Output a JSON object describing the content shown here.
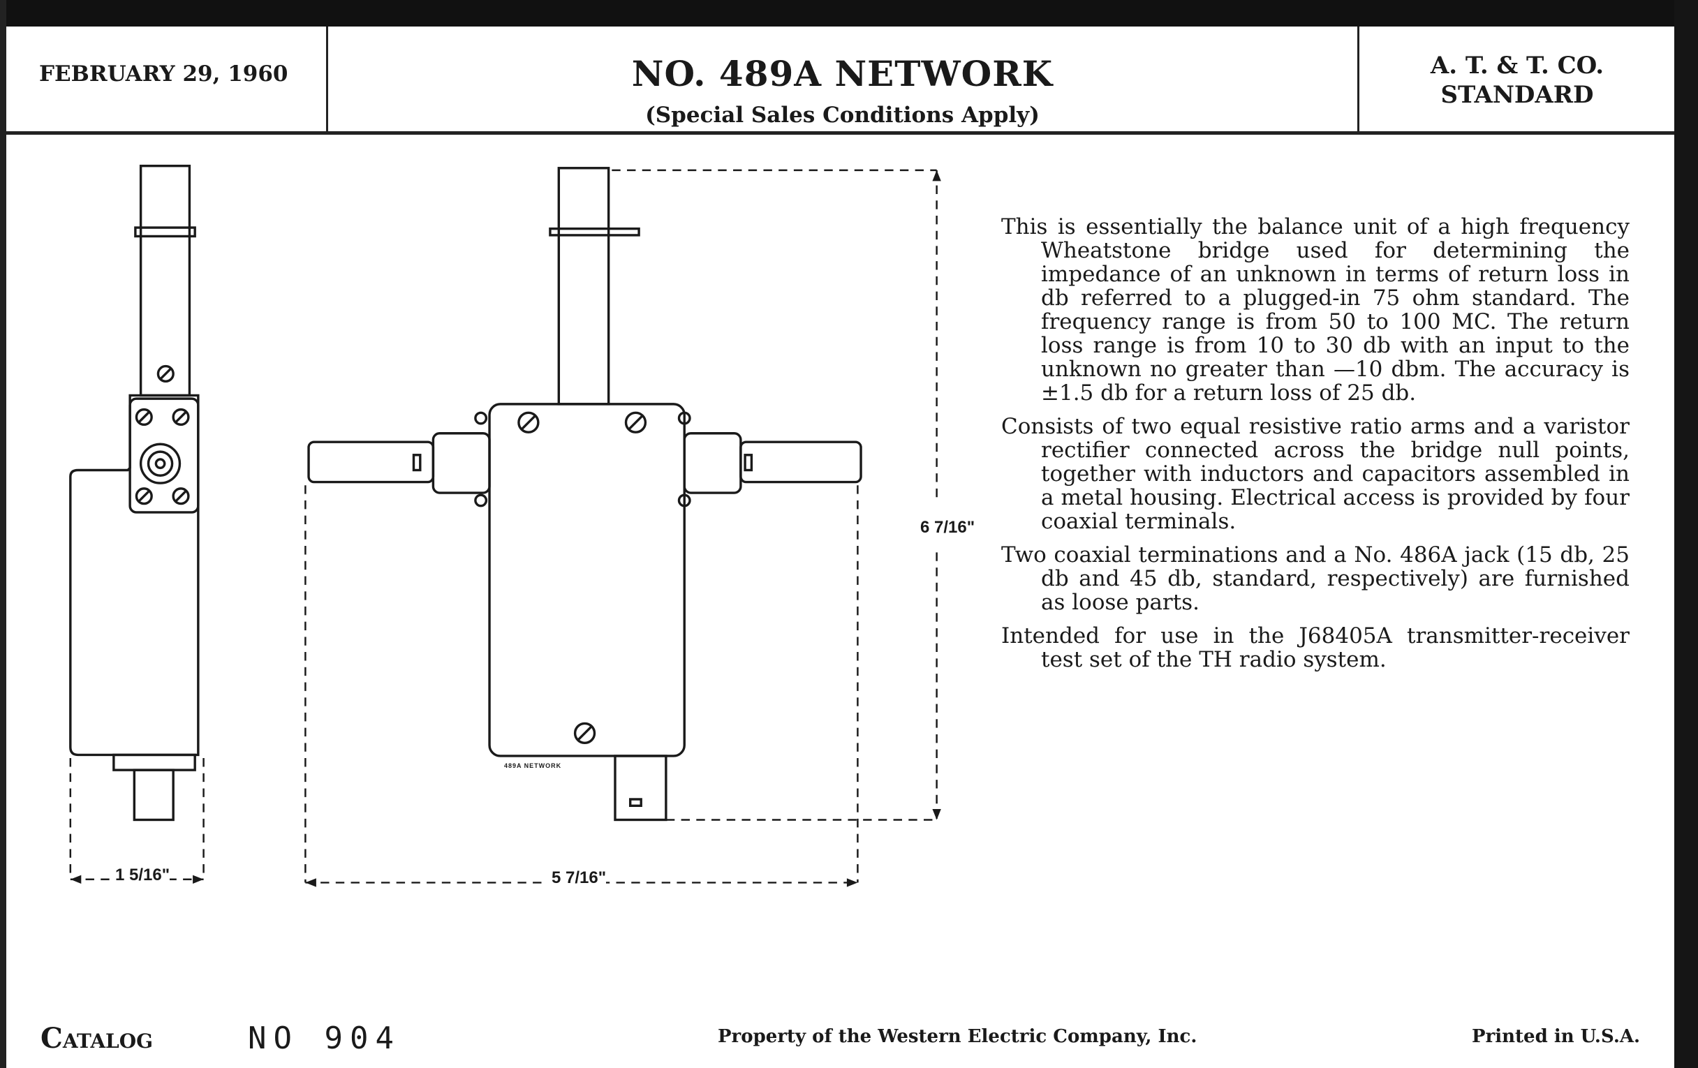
{
  "header": {
    "date": "FEBRUARY 29, 1960",
    "title": "NO. 489A NETWORK",
    "subtitle": "(Special Sales Conditions Apply)",
    "standard_line1": "A. T. & T. CO.",
    "standard_line2": "STANDARD"
  },
  "drawing": {
    "side_width": "1 5/16\"",
    "front_width": "5 7/16\"",
    "front_height": "6 7/16\"",
    "nameplate": "489A NETWORK"
  },
  "description": [
    "This is essentially the balance unit of a high frequency Wheatstone bridge used for determining the impedance of an unknown in terms of return loss in db referred to a plugged-in 75 ohm standard. The frequency range is from 50 to 100 MC. The return loss range is from 10 to 30 db with an input to the unknown no greater than —10 dbm. The accuracy is ±1.5 db for a return loss of 25 db.",
    "Consists of two equal resistive ratio arms and a varistor rectifier connected across the bridge null points, together with inductors and capacitors assembled in a metal housing. Electrical access is provided by four coaxial terminals.",
    "Two coaxial terminations and a No. 486A jack (15 db, 25 db and 45 db, standard, respectively) are furnished as loose parts.",
    "Intended for use in the J68405A transmitter-receiver test set of the TH radio system."
  ],
  "footer": {
    "catalog_label": "Catalog",
    "catalog_number": "NO 904",
    "property": "Property of the Western Electric Company, Inc.",
    "printed": "Printed in U.S.A."
  }
}
